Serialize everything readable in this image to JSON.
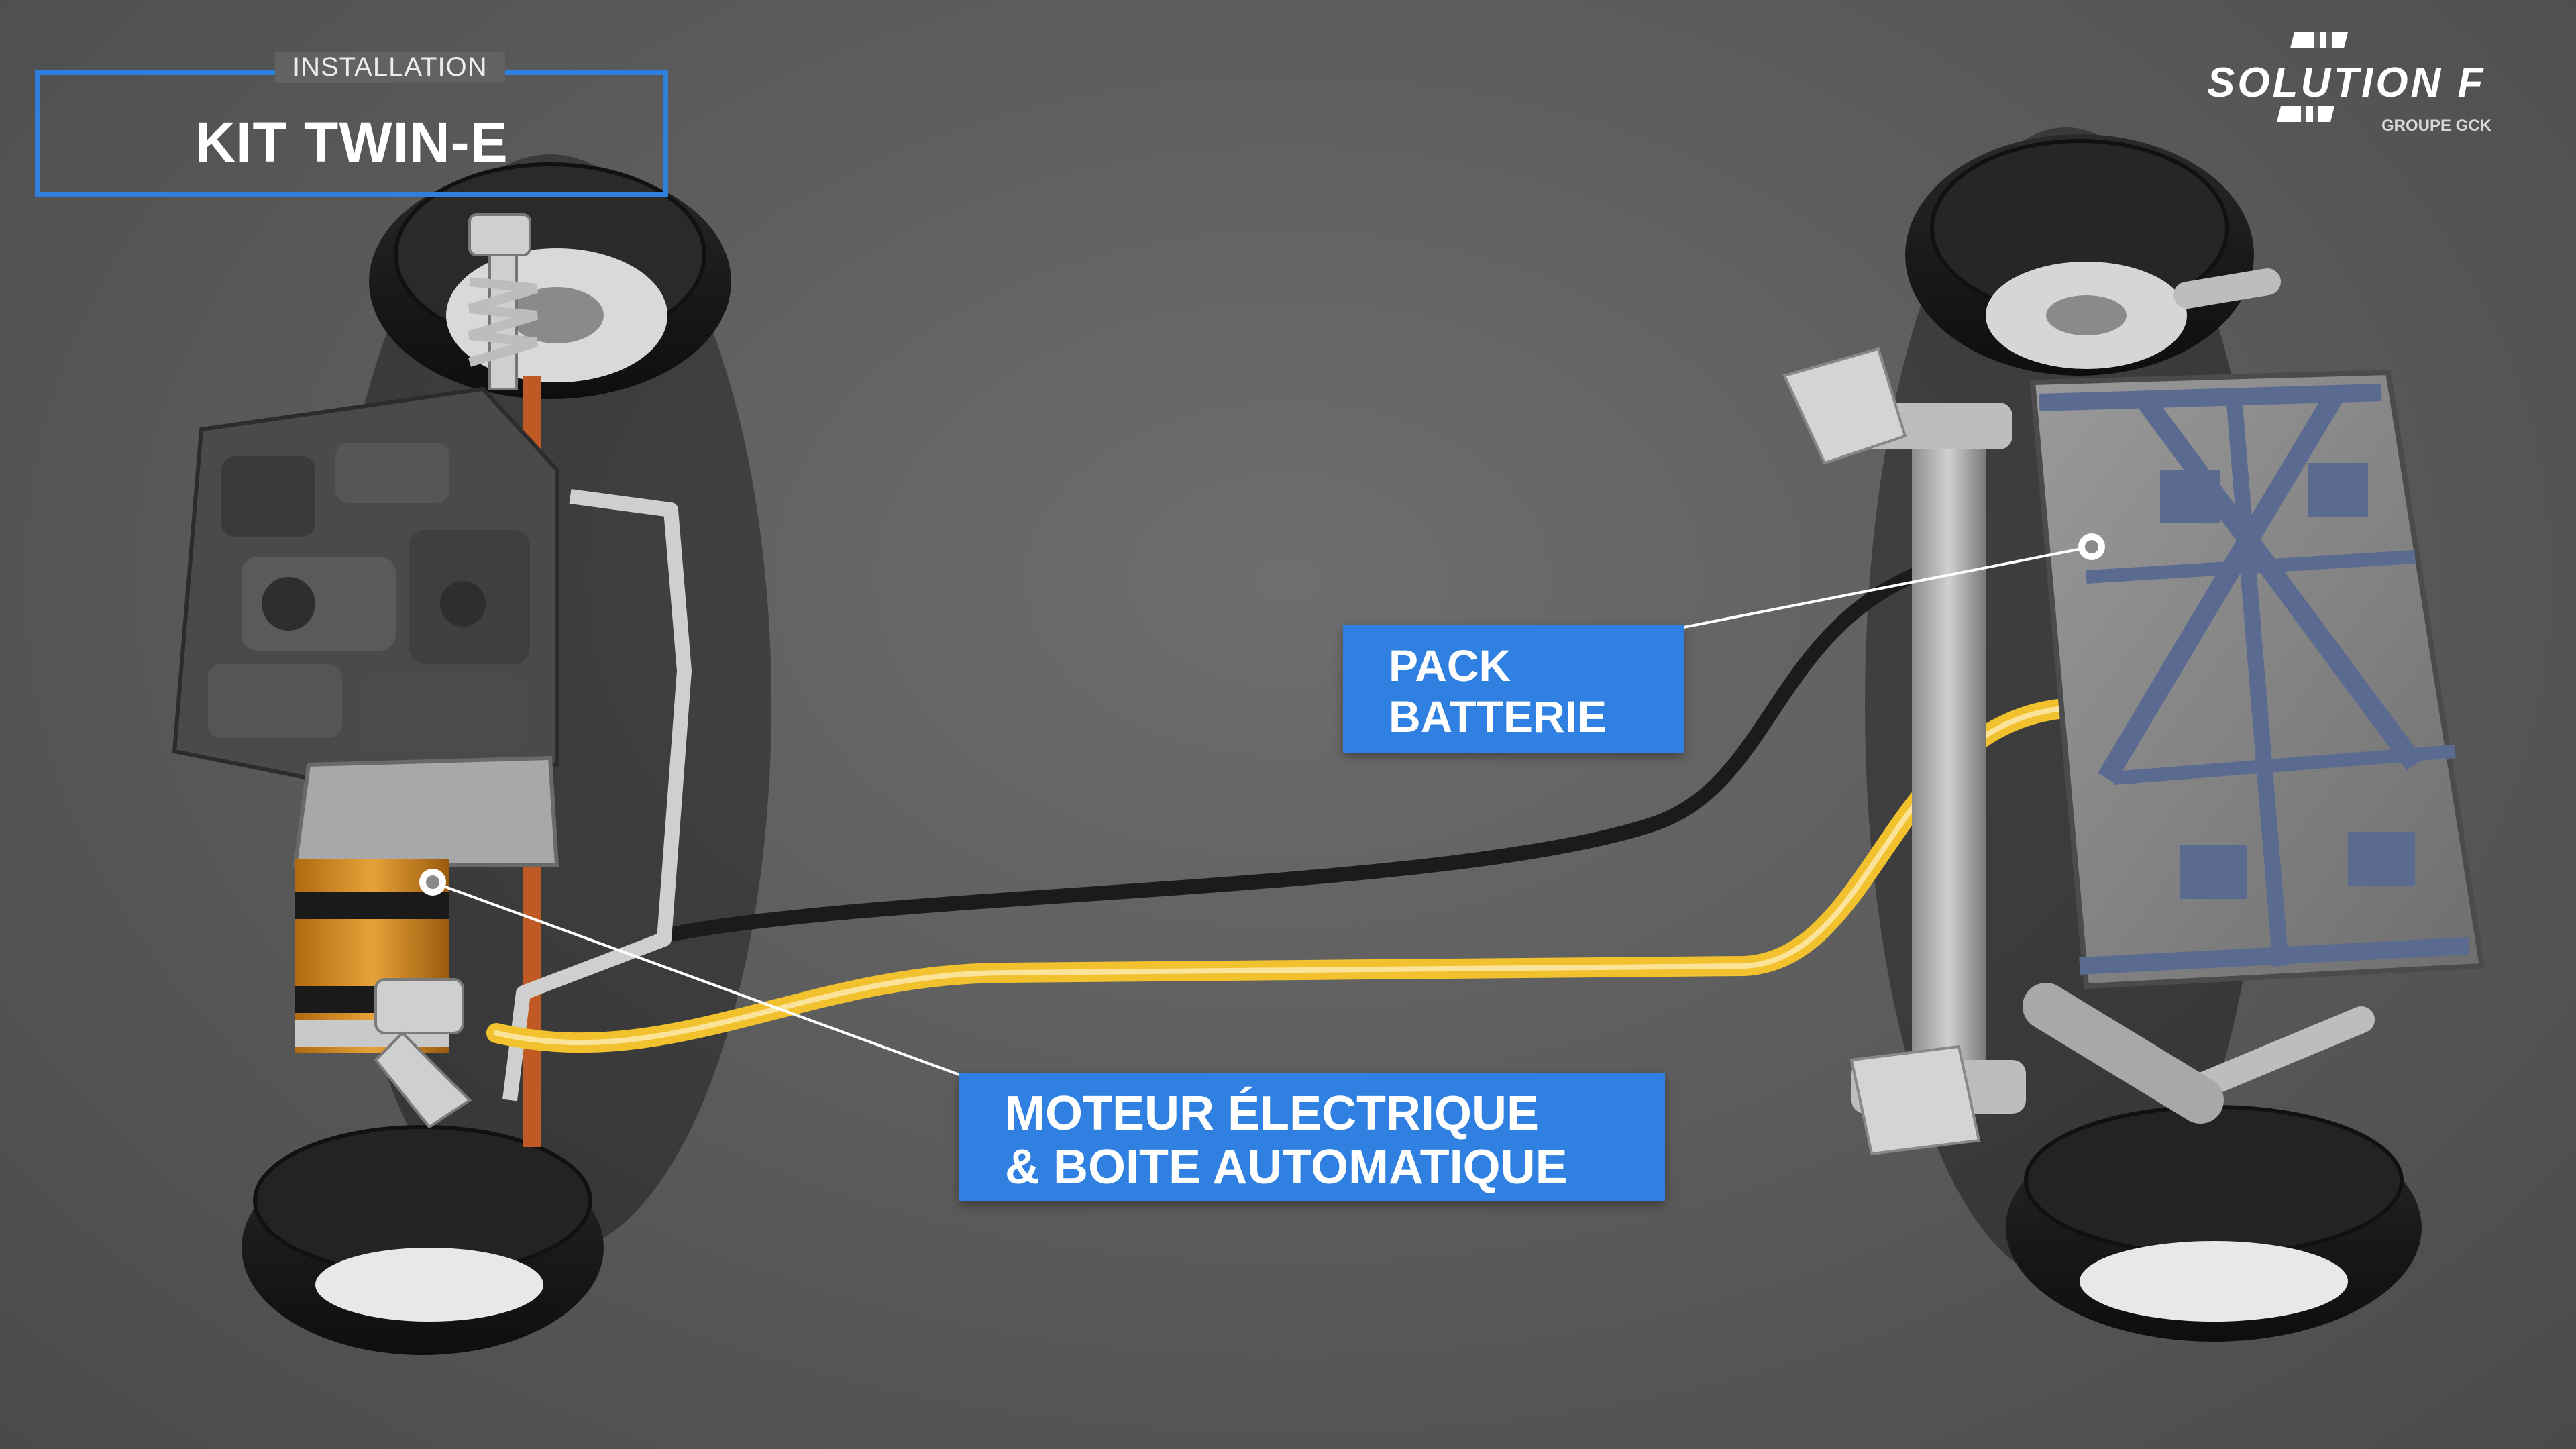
{
  "title": {
    "eyebrow": "INSTALLATION",
    "main": "KIT TWIN-E"
  },
  "logo": {
    "name": "SOLUTION F",
    "group": "GROUPE GCK"
  },
  "labels": {
    "battery": {
      "line1": "PACK",
      "line2": "BATTERIE"
    },
    "motor": {
      "line1": "MOTEUR ÉLECTRIQUE",
      "line2": "& BOITE AUTOMATIQUE"
    }
  },
  "colors": {
    "accent": "#2f80e0",
    "cable": "#f2c12e",
    "background": "#606060"
  }
}
